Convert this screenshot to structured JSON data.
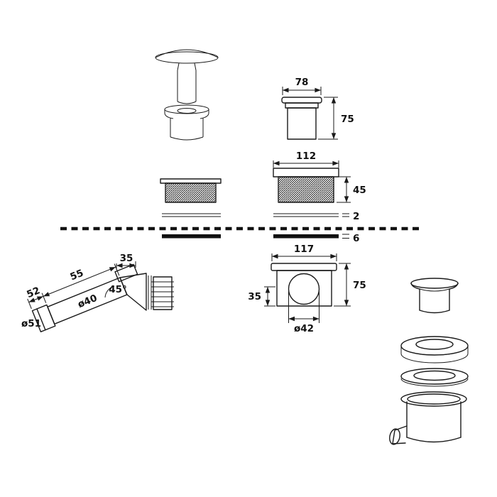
{
  "drawing": {
    "background": "#ffffff",
    "line_color": "#1a1a1a",
    "views": {
      "top_side_view": {
        "width": "78",
        "height": "75"
      },
      "flange_section": {
        "width": "112",
        "height": "45"
      },
      "thin_plate": {
        "thickness": "2"
      },
      "thick_plate": {
        "thickness": "6"
      },
      "body_section": {
        "width": "117",
        "height": "75",
        "outlet_offset": "35",
        "outlet_bore": "ø42"
      },
      "outlet_pipe": {
        "flange_width": "35",
        "segment_a": "52",
        "segment_b": "55",
        "elbow_angle": "45°",
        "bore": "ø40",
        "outer_diameter": "ø51"
      }
    }
  }
}
